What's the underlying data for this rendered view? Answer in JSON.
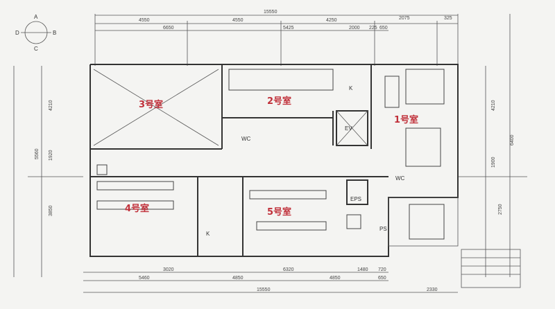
{
  "compass": {
    "north": "A",
    "west": "D",
    "east": "B",
    "south": "C"
  },
  "rooms": {
    "r1": "1号室",
    "r2": "2号室",
    "r3": "3号室",
    "r4": "4号室",
    "r5": "5号室"
  },
  "labels": {
    "ev": "EV",
    "eps": "EPS",
    "wc1": "WC",
    "wc2": "WC",
    "ps": "PS",
    "k1": "K",
    "k2": "K"
  },
  "dims_top": {
    "total": "15550",
    "a": "4550",
    "b": "4550",
    "c": "4250",
    "d": "2075",
    "e": "325",
    "f": "6650",
    "g": "5425",
    "h": "2000",
    "i": "225",
    "j": "650"
  },
  "dims_bottom": {
    "a": "3020",
    "b": "6320",
    "c": "1480",
    "d": "720",
    "e": "5460",
    "f": "4850",
    "g": "4850",
    "h": "650",
    "total": "15550",
    "side": "2330"
  },
  "dims_left": {
    "a": "4210",
    "b": "5560",
    "c": "1920",
    "d": "3850"
  },
  "dims_right": {
    "a": "4210",
    "b": "6400",
    "c": "1900",
    "d": "2750"
  }
}
